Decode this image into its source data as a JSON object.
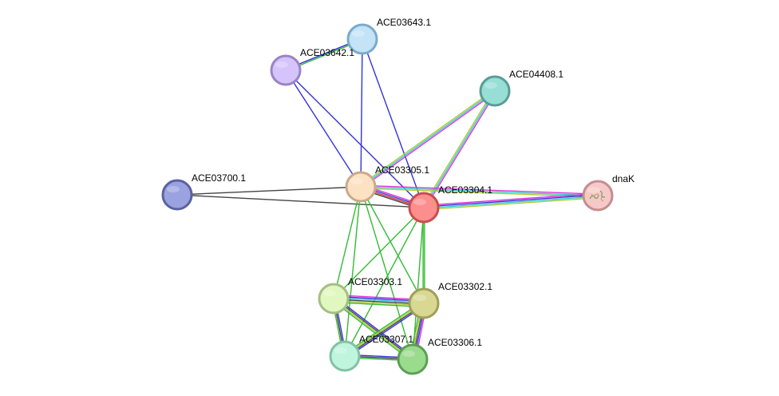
{
  "nodes": [
    {
      "id": "ACE03643.1",
      "label": "ACE03643.1",
      "fill": "#c4e3f7",
      "stroke": "#7aabc9"
    },
    {
      "id": "ACE03642.1",
      "label": "ACE03642.1",
      "fill": "#d5c3fb",
      "stroke": "#9a83c6"
    },
    {
      "id": "ACE04408.1",
      "label": "ACE04408.1",
      "fill": "#97ded6",
      "stroke": "#5a9c95"
    },
    {
      "id": "ACE03700.1",
      "label": "ACE03700.1",
      "fill": "#9aa3e0",
      "stroke": "#5a62a0"
    },
    {
      "id": "ACE03305.1",
      "label": "ACE03305.1",
      "fill": "#fde1c3",
      "stroke": "#c9aa8a"
    },
    {
      "id": "ACE03304.1",
      "label": "ACE03304.1",
      "fill": "#fd8e8e",
      "stroke": "#c34f4f"
    },
    {
      "id": "dnaK",
      "label": "dnaK",
      "fill": "#f6c9c9",
      "stroke": "#c48e8e"
    },
    {
      "id": "ACE03303.1",
      "label": "ACE03303.1",
      "fill": "#e1f7c0",
      "stroke": "#a4bd85"
    },
    {
      "id": "ACE03302.1",
      "label": "ACE03302.1",
      "fill": "#d9d893",
      "stroke": "#a09e5a"
    },
    {
      "id": "ACE03307.1",
      "label": "ACE03307.1",
      "fill": "#bff5dd",
      "stroke": "#82c2a6"
    },
    {
      "id": "ACE03306.1",
      "label": "ACE03306.1",
      "fill": "#9bdb8e",
      "stroke": "#5c9f55"
    }
  ],
  "edges": [
    {
      "source": "ACE03643.1",
      "target": "ACE03642.1",
      "types": [
        "green",
        "blue"
      ]
    },
    {
      "source": "ACE03643.1",
      "target": "ACE03305.1",
      "types": [
        "blue"
      ]
    },
    {
      "source": "ACE03643.1",
      "target": "ACE03304.1",
      "types": [
        "blue"
      ]
    },
    {
      "source": "ACE03642.1",
      "target": "ACE03305.1",
      "types": [
        "blue"
      ]
    },
    {
      "source": "ACE03642.1",
      "target": "ACE03304.1",
      "types": [
        "blue"
      ]
    },
    {
      "source": "ACE04408.1",
      "target": "ACE03305.1",
      "types": [
        "magenta",
        "cyan",
        "yellowgreen"
      ]
    },
    {
      "source": "ACE04408.1",
      "target": "ACE03304.1",
      "types": [
        "magenta",
        "cyan",
        "yellowgreen"
      ]
    },
    {
      "source": "ACE03700.1",
      "target": "ACE03305.1",
      "types": [
        "dark"
      ]
    },
    {
      "source": "ACE03700.1",
      "target": "ACE03304.1",
      "types": [
        "dark"
      ]
    },
    {
      "source": "ACE03305.1",
      "target": "ACE03304.1",
      "types": [
        "magenta",
        "blue",
        "red",
        "dark"
      ]
    },
    {
      "source": "ACE03305.1",
      "target": "dnaK",
      "types": [
        "magenta",
        "cyan",
        "yellowgreen"
      ]
    },
    {
      "source": "ACE03304.1",
      "target": "dnaK",
      "types": [
        "magenta",
        "blue",
        "cyan",
        "yellowgreen"
      ]
    },
    {
      "source": "ACE03305.1",
      "target": "ACE03303.1",
      "types": [
        "green"
      ]
    },
    {
      "source": "ACE03305.1",
      "target": "ACE03302.1",
      "types": [
        "green"
      ]
    },
    {
      "source": "ACE03305.1",
      "target": "ACE03307.1",
      "types": [
        "green"
      ]
    },
    {
      "source": "ACE03305.1",
      "target": "ACE03306.1",
      "types": [
        "green"
      ]
    },
    {
      "source": "ACE03304.1",
      "target": "ACE03303.1",
      "types": [
        "green"
      ]
    },
    {
      "source": "ACE03304.1",
      "target": "ACE03302.1",
      "types": [
        "green",
        "green"
      ]
    },
    {
      "source": "ACE03304.1",
      "target": "ACE03307.1",
      "types": [
        "green"
      ]
    },
    {
      "source": "ACE03304.1",
      "target": "ACE03306.1",
      "types": [
        "green"
      ]
    },
    {
      "source": "ACE03303.1",
      "target": "ACE03302.1",
      "types": [
        "magenta",
        "blue",
        "cyan",
        "dark",
        "yellowgreen",
        "green"
      ]
    },
    {
      "source": "ACE03303.1",
      "target": "ACE03307.1",
      "types": [
        "blue",
        "dark",
        "green"
      ]
    },
    {
      "source": "ACE03303.1",
      "target": "ACE03306.1",
      "types": [
        "blue",
        "dark",
        "yellowgreen",
        "green"
      ]
    },
    {
      "source": "ACE03302.1",
      "target": "ACE03307.1",
      "types": [
        "blue",
        "dark",
        "yellowgreen",
        "green"
      ]
    },
    {
      "source": "ACE03302.1",
      "target": "ACE03306.1",
      "types": [
        "magenta",
        "blue",
        "dark",
        "yellowgreen",
        "green"
      ]
    },
    {
      "source": "ACE03307.1",
      "target": "ACE03306.1",
      "types": [
        "blue",
        "dark",
        "green"
      ]
    }
  ],
  "edge_colors": {
    "green": "#33bb33",
    "blue": "#3333dd",
    "magenta": "#dd33dd",
    "cyan": "#33cccc",
    "yellowgreen": "#aacc33",
    "red": "#dd3333",
    "dark": "#444444"
  },
  "icons": {
    "dnaK": "protein-structure-icon"
  }
}
